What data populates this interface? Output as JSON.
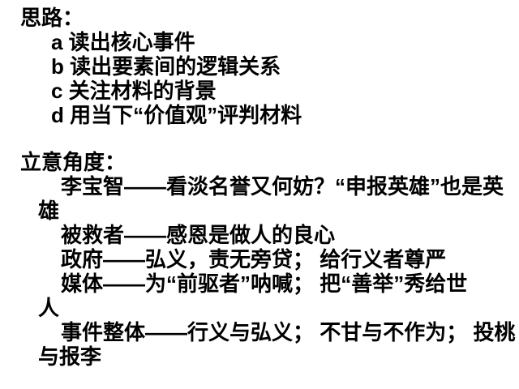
{
  "slide": {
    "background_color": "#ffffff",
    "text_color": "#000000",
    "approach_section": {
      "heading": "思路：",
      "items": [
        "a 读出核心事件",
        "b 读出要素间的逻辑关系",
        "c 关注材料的背景",
        "d 用当下“价值观”评判材料"
      ]
    },
    "angle_section": {
      "heading": "立意角度：",
      "lines": [
        "李宝智——看淡名誉又何妨？“申报英雄”也是英",
        "雄",
        "被救者——感恩是做人的良心",
        "政府——弘义，责无旁贷； 给行义者尊严",
        "媒体——为“前驱者”呐喊； 把“善举”秀给世",
        "人",
        "事件整体——行义与弘义； 不甘与不作为； 投桃",
        "与报李"
      ]
    }
  }
}
